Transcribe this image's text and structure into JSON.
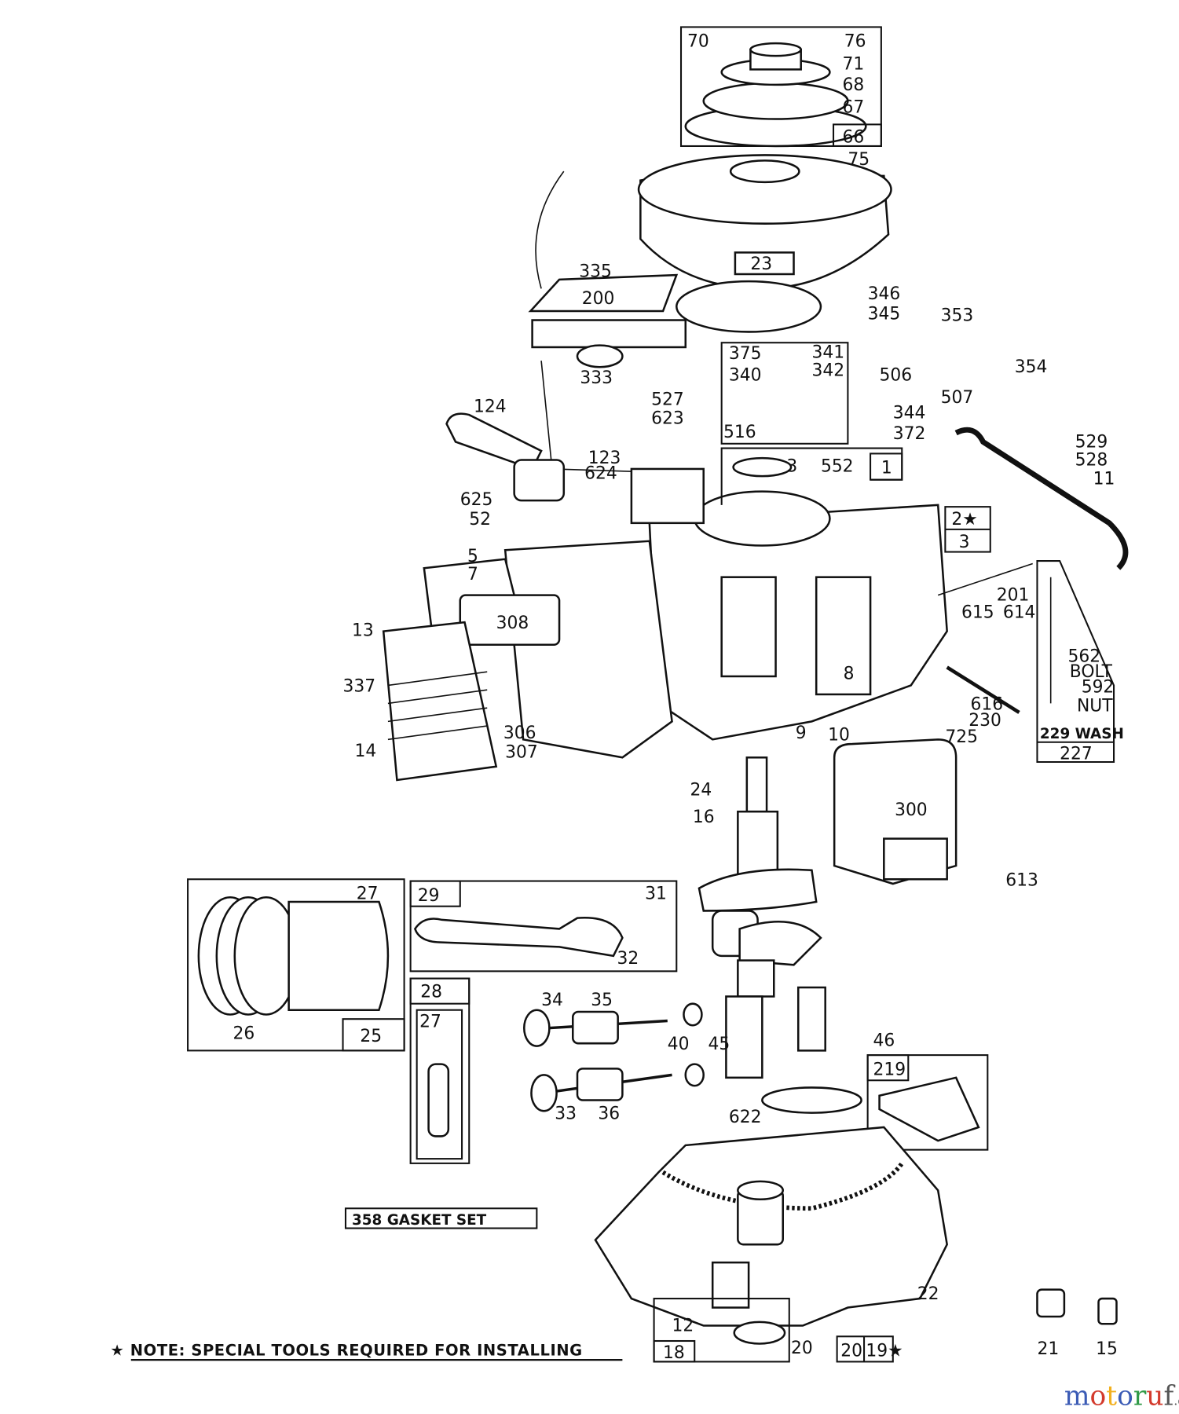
{
  "diagram": {
    "callouts": [
      "70",
      "76",
      "71",
      "68",
      "67",
      "75",
      "335",
      "200",
      "346",
      "345",
      "333",
      "353",
      "506",
      "507",
      "354",
      "341",
      "340",
      "342",
      "516",
      "344",
      "372",
      "527",
      "623",
      "124",
      "123",
      "624",
      "625",
      "52",
      "3",
      "552",
      "529",
      "528",
      "11",
      "5",
      "7",
      "308",
      "13",
      "337",
      "306",
      "307",
      "14",
      "201",
      "615",
      "614",
      "616",
      "230",
      "562",
      "BOLT",
      "592",
      "NUT",
      "8",
      "9",
      "10",
      "725",
      "300",
      "613",
      "24",
      "16",
      "27",
      "26",
      "31",
      "32",
      "27",
      "34",
      "35",
      "40",
      "45",
      "46",
      "33",
      "36",
      "622",
      "22",
      "12",
      "20",
      "21",
      "15",
      "23"
    ],
    "boxed_callouts": [
      "66",
      "375",
      "1",
      "2★",
      "3",
      "229 WASH",
      "227",
      "25",
      "29",
      "28",
      "219",
      "18",
      "20",
      "19★",
      "358 GASKET SET"
    ],
    "note": "★ NOTE: SPECIAL TOOLS REQUIRED FOR INSTALLING",
    "watermark": {
      "text": "motoruf",
      "suffix": ".de",
      "colors": [
        "#3b5bb5",
        "#d33a2c",
        "#f2b01e",
        "#3b5bb5",
        "#2f9a47",
        "#d33a2c",
        "#555555"
      ]
    },
    "line_color": "#111111"
  }
}
